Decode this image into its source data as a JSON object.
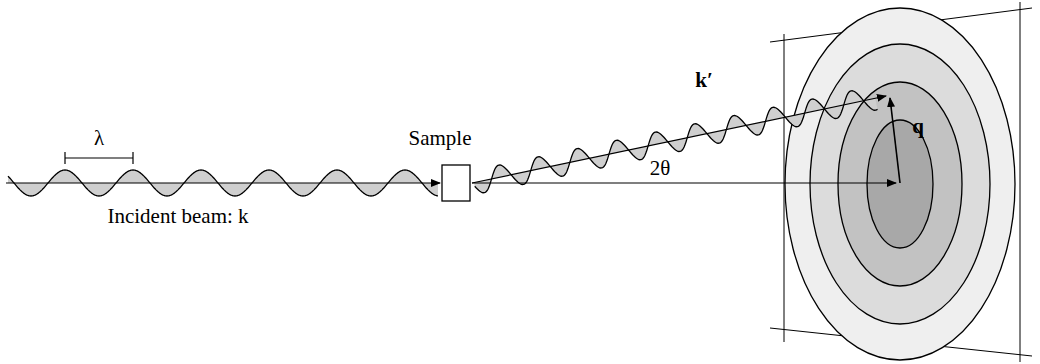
{
  "diagram": {
    "labels": [
      "λ",
      "Incident beam: k",
      "Sample",
      "k′",
      "2θ",
      "q"
    ]
  }
}
